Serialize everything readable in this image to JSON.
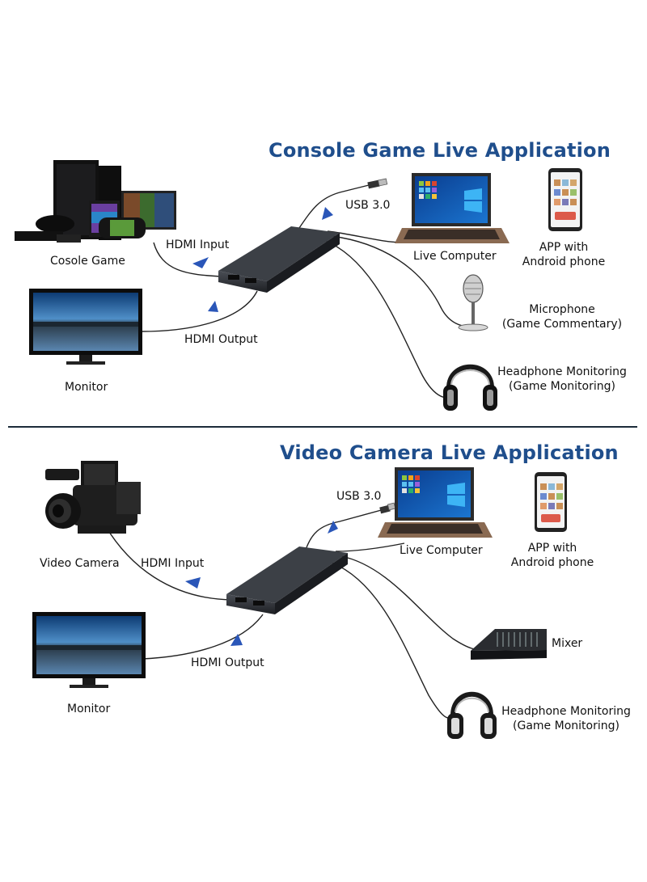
{
  "section1": {
    "title": "Console Game Live Application",
    "labels": {
      "console": "Cosole Game",
      "hdmi_input": "HDMI Input",
      "hdmi_output": "HDMI Output",
      "monitor": "Monitor",
      "usb": "USB 3.0",
      "computer": "Live Computer",
      "app_line1": "APP with",
      "app_line2": "Android phone",
      "mic_line1": "Microphone",
      "mic_line2": "(Game Commentary)",
      "head_line1": "Headphone Monitoring",
      "head_line2": "(Game Monitoring)"
    }
  },
  "section2": {
    "title": "Video Camera Live Application",
    "labels": {
      "camera": "Video Camera",
      "hdmi_input": "HDMI Input",
      "hdmi_output": "HDMI Output",
      "monitor": "Monitor",
      "usb": "USB 3.0",
      "computer": "Live Computer",
      "app_line1": "APP with",
      "app_line2": "Android phone",
      "mixer": "Mixer",
      "head_line1": "Headphone Monitoring",
      "head_line2": "(Game Monitoring)"
    }
  },
  "colors": {
    "title_blue": "#1f4e8c",
    "arrow_blue": "#2a56b8",
    "device_dark": "#2b2e33"
  }
}
